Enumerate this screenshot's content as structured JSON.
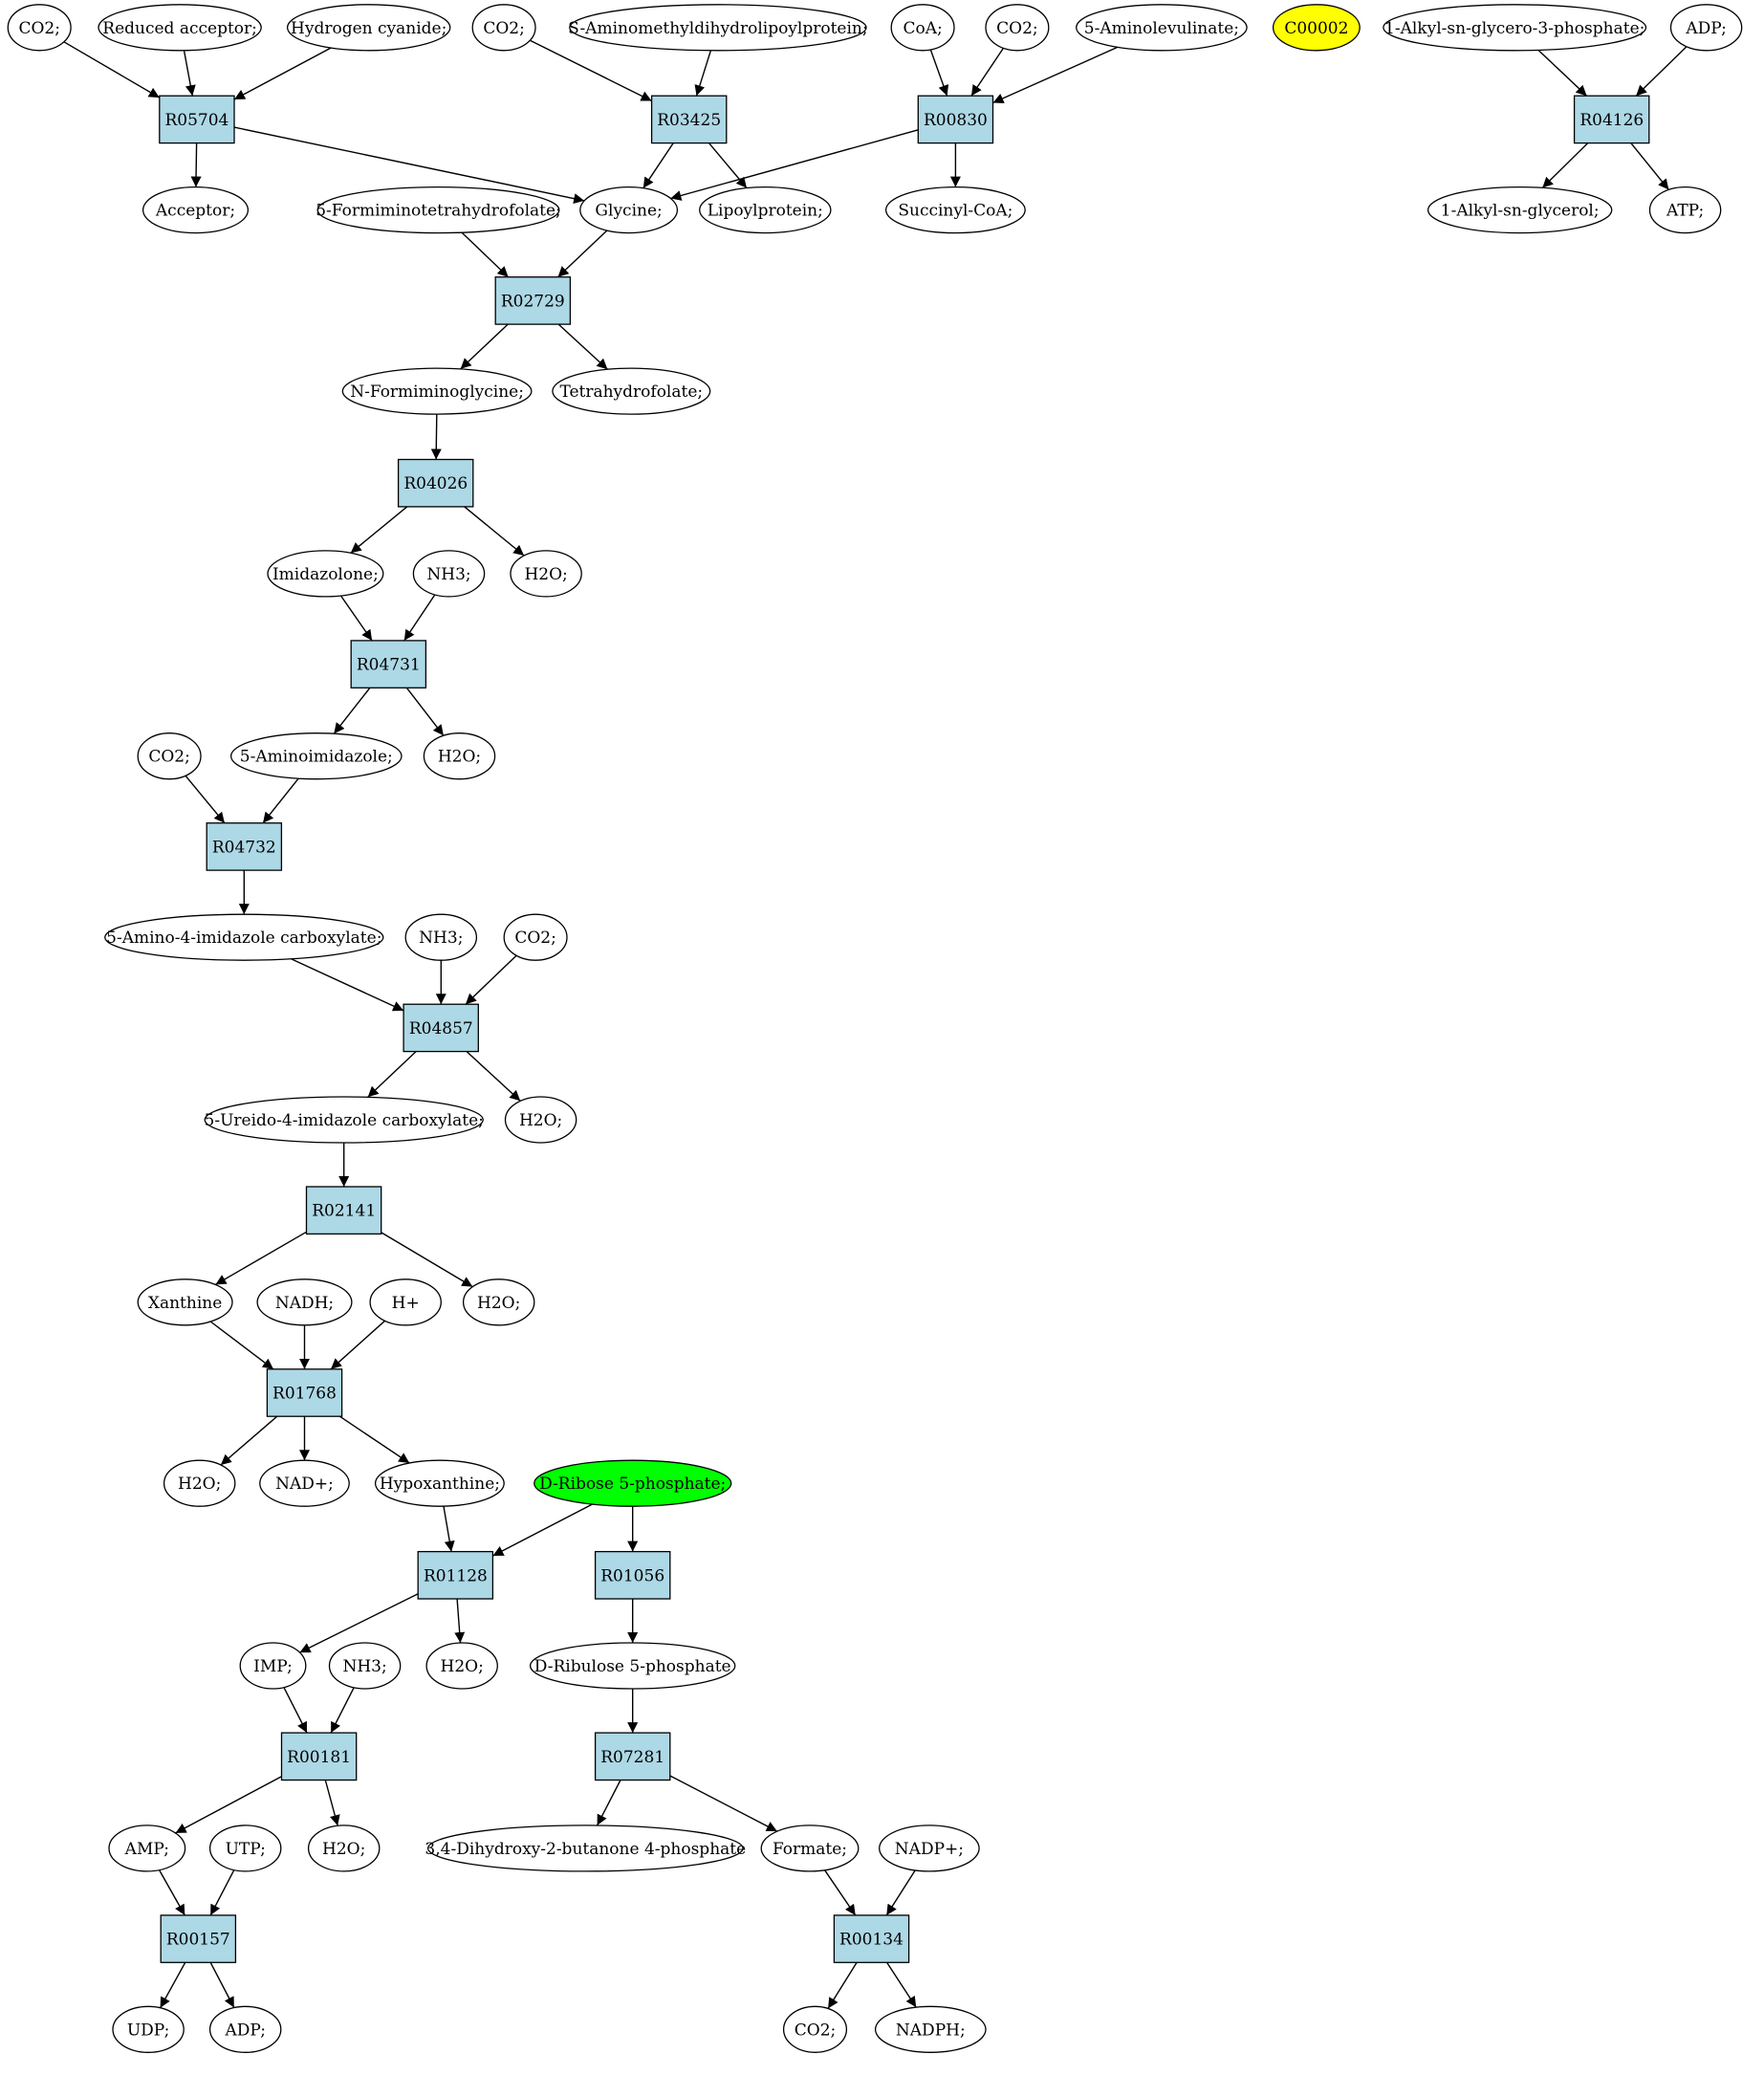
{
  "colors": {
    "reaction_fill": "#add8e6",
    "compound_fill": "#ffffff",
    "highlight_yellow": "#ffff00",
    "highlight_green": "#00ff00",
    "edge": "#000000"
  },
  "nodes": [
    {
      "id": "c_co2_a",
      "kind": "compound",
      "label": "CO2;"
    },
    {
      "id": "c_redacc",
      "kind": "compound",
      "label": "Reduced acceptor;"
    },
    {
      "id": "c_hcn",
      "kind": "compound",
      "label": "Hydrogen cyanide;"
    },
    {
      "id": "c_co2_b",
      "kind": "compound",
      "label": "CO2;"
    },
    {
      "id": "c_samdl",
      "kind": "compound",
      "label": "S-Aminomethyldihydrolipoylprotein;"
    },
    {
      "id": "c_coa",
      "kind": "compound",
      "label": "CoA;"
    },
    {
      "id": "c_co2_c",
      "kind": "compound",
      "label": "CO2;"
    },
    {
      "id": "c_5ala",
      "kind": "compound",
      "label": "5-Aminolevulinate;"
    },
    {
      "id": "c_c00002",
      "kind": "compound",
      "label": "C00002",
      "fill": "highlight_yellow"
    },
    {
      "id": "c_alkylg3p",
      "kind": "compound",
      "label": "1-Alkyl-sn-glycero-3-phosphate;"
    },
    {
      "id": "c_adp_a",
      "kind": "compound",
      "label": "ADP;"
    },
    {
      "id": "r_R05704",
      "kind": "reaction",
      "label": "R05704"
    },
    {
      "id": "r_R03425",
      "kind": "reaction",
      "label": "R03425"
    },
    {
      "id": "r_R00830",
      "kind": "reaction",
      "label": "R00830"
    },
    {
      "id": "r_R04126",
      "kind": "reaction",
      "label": "R04126"
    },
    {
      "id": "c_acceptor",
      "kind": "compound",
      "label": "Acceptor;"
    },
    {
      "id": "c_5fthf",
      "kind": "compound",
      "label": "5-Formiminotetrahydrofolate;"
    },
    {
      "id": "c_glycine",
      "kind": "compound",
      "label": "Glycine;"
    },
    {
      "id": "c_lipoyl",
      "kind": "compound",
      "label": "Lipoylprotein;"
    },
    {
      "id": "c_succoa",
      "kind": "compound",
      "label": "Succinyl-CoA;"
    },
    {
      "id": "c_alkylg",
      "kind": "compound",
      "label": "1-Alkyl-sn-glycerol;"
    },
    {
      "id": "c_atp",
      "kind": "compound",
      "label": "ATP;"
    },
    {
      "id": "r_R02729",
      "kind": "reaction",
      "label": "R02729"
    },
    {
      "id": "c_nfgly",
      "kind": "compound",
      "label": "N-Formiminoglycine;"
    },
    {
      "id": "c_thf",
      "kind": "compound",
      "label": "Tetrahydrofolate;"
    },
    {
      "id": "r_R04026",
      "kind": "reaction",
      "label": "R04026"
    },
    {
      "id": "c_imidazolone",
      "kind": "compound",
      "label": "Imidazolone;"
    },
    {
      "id": "c_nh3_a",
      "kind": "compound",
      "label": "NH3;"
    },
    {
      "id": "c_h2o_a",
      "kind": "compound",
      "label": "H2O;"
    },
    {
      "id": "r_R04731",
      "kind": "reaction",
      "label": "R04731"
    },
    {
      "id": "c_co2_d",
      "kind": "compound",
      "label": "CO2;"
    },
    {
      "id": "c_5aimid",
      "kind": "compound",
      "label": "5-Aminoimidazole;"
    },
    {
      "id": "c_h2o_b",
      "kind": "compound",
      "label": "H2O;"
    },
    {
      "id": "r_R04732",
      "kind": "reaction",
      "label": "R04732"
    },
    {
      "id": "c_5a4ic",
      "kind": "compound",
      "label": "5-Amino-4-imidazole carboxylate;"
    },
    {
      "id": "c_nh3_b",
      "kind": "compound",
      "label": "NH3;"
    },
    {
      "id": "c_co2_e",
      "kind": "compound",
      "label": "CO2;"
    },
    {
      "id": "r_R04857",
      "kind": "reaction",
      "label": "R04857"
    },
    {
      "id": "c_5u4ic",
      "kind": "compound",
      "label": "5-Ureido-4-imidazole carboxylate;"
    },
    {
      "id": "c_h2o_c",
      "kind": "compound",
      "label": "H2O;"
    },
    {
      "id": "r_R02141",
      "kind": "reaction",
      "label": "R02141"
    },
    {
      "id": "c_xanthine",
      "kind": "compound",
      "label": "Xanthine"
    },
    {
      "id": "c_nadh",
      "kind": "compound",
      "label": "NADH;"
    },
    {
      "id": "c_hplus",
      "kind": "compound",
      "label": "H+"
    },
    {
      "id": "c_h2o_d",
      "kind": "compound",
      "label": "H2O;"
    },
    {
      "id": "r_R01768",
      "kind": "reaction",
      "label": "R01768"
    },
    {
      "id": "c_h2o_e",
      "kind": "compound",
      "label": "H2O;"
    },
    {
      "id": "c_nadplus",
      "kind": "compound",
      "label": "NAD+;"
    },
    {
      "id": "c_hypox",
      "kind": "compound",
      "label": "Hypoxanthine;"
    },
    {
      "id": "c_dr5p",
      "kind": "compound",
      "label": "D-Ribose 5-phosphate;",
      "fill": "highlight_green"
    },
    {
      "id": "r_R01128",
      "kind": "reaction",
      "label": "R01128"
    },
    {
      "id": "r_R01056",
      "kind": "reaction",
      "label": "R01056"
    },
    {
      "id": "c_imp",
      "kind": "compound",
      "label": "IMP;"
    },
    {
      "id": "c_nh3_c",
      "kind": "compound",
      "label": "NH3;"
    },
    {
      "id": "c_h2o_f",
      "kind": "compound",
      "label": "H2O;"
    },
    {
      "id": "c_dru5p",
      "kind": "compound",
      "label": "D-Ribulose 5-phosphate"
    },
    {
      "id": "r_R00181",
      "kind": "reaction",
      "label": "R00181"
    },
    {
      "id": "r_R07281",
      "kind": "reaction",
      "label": "R07281"
    },
    {
      "id": "c_amp",
      "kind": "compound",
      "label": "AMP;"
    },
    {
      "id": "c_utp",
      "kind": "compound",
      "label": "UTP;"
    },
    {
      "id": "c_h2o_g",
      "kind": "compound",
      "label": "H2O;"
    },
    {
      "id": "c_dhbp",
      "kind": "compound",
      "label": "3,4-Dihydroxy-2-butanone 4-phosphate"
    },
    {
      "id": "c_formate",
      "kind": "compound",
      "label": "Formate;"
    },
    {
      "id": "c_nadpplus",
      "kind": "compound",
      "label": "NADP+;"
    },
    {
      "id": "r_R00157",
      "kind": "reaction",
      "label": "R00157"
    },
    {
      "id": "r_R00134",
      "kind": "reaction",
      "label": "R00134"
    },
    {
      "id": "c_udp",
      "kind": "compound",
      "label": "UDP;"
    },
    {
      "id": "c_adp_b",
      "kind": "compound",
      "label": "ADP;"
    },
    {
      "id": "c_co2_f",
      "kind": "compound",
      "label": "CO2;"
    },
    {
      "id": "c_nadph",
      "kind": "compound",
      "label": "NADPH;"
    }
  ],
  "edges": [
    [
      "c_co2_a",
      "r_R05704"
    ],
    [
      "c_redacc",
      "r_R05704"
    ],
    [
      "c_hcn",
      "r_R05704"
    ],
    [
      "r_R05704",
      "c_acceptor"
    ],
    [
      "r_R05704",
      "c_glycine"
    ],
    [
      "c_co2_b",
      "r_R03425"
    ],
    [
      "c_samdl",
      "r_R03425"
    ],
    [
      "r_R03425",
      "c_glycine"
    ],
    [
      "r_R03425",
      "c_lipoyl"
    ],
    [
      "c_coa",
      "r_R00830"
    ],
    [
      "c_co2_c",
      "r_R00830"
    ],
    [
      "c_5ala",
      "r_R00830"
    ],
    [
      "r_R00830",
      "c_glycine"
    ],
    [
      "r_R00830",
      "c_succoa"
    ],
    [
      "c_alkylg3p",
      "r_R04126"
    ],
    [
      "c_adp_a",
      "r_R04126"
    ],
    [
      "r_R04126",
      "c_alkylg"
    ],
    [
      "r_R04126",
      "c_atp"
    ],
    [
      "c_5fthf",
      "r_R02729"
    ],
    [
      "c_glycine",
      "r_R02729"
    ],
    [
      "r_R02729",
      "c_nfgly"
    ],
    [
      "r_R02729",
      "c_thf"
    ],
    [
      "c_nfgly",
      "r_R04026"
    ],
    [
      "r_R04026",
      "c_imidazolone"
    ],
    [
      "r_R04026",
      "c_h2o_a"
    ],
    [
      "c_imidazolone",
      "r_R04731"
    ],
    [
      "c_nh3_a",
      "r_R04731"
    ],
    [
      "r_R04731",
      "c_5aimid"
    ],
    [
      "r_R04731",
      "c_h2o_b"
    ],
    [
      "c_co2_d",
      "r_R04732"
    ],
    [
      "c_5aimid",
      "r_R04732"
    ],
    [
      "r_R04732",
      "c_5a4ic"
    ],
    [
      "c_5a4ic",
      "r_R04857"
    ],
    [
      "c_nh3_b",
      "r_R04857"
    ],
    [
      "c_co2_e",
      "r_R04857"
    ],
    [
      "r_R04857",
      "c_5u4ic"
    ],
    [
      "r_R04857",
      "c_h2o_c"
    ],
    [
      "c_5u4ic",
      "r_R02141"
    ],
    [
      "r_R02141",
      "c_xanthine"
    ],
    [
      "r_R02141",
      "c_h2o_d"
    ],
    [
      "c_xanthine",
      "r_R01768"
    ],
    [
      "c_nadh",
      "r_R01768"
    ],
    [
      "c_hplus",
      "r_R01768"
    ],
    [
      "r_R01768",
      "c_h2o_e"
    ],
    [
      "r_R01768",
      "c_nadplus"
    ],
    [
      "r_R01768",
      "c_hypox"
    ],
    [
      "c_hypox",
      "r_R01128"
    ],
    [
      "c_dr5p",
      "r_R01128"
    ],
    [
      "c_dr5p",
      "r_R01056"
    ],
    [
      "r_R01128",
      "c_imp"
    ],
    [
      "r_R01128",
      "c_h2o_f"
    ],
    [
      "r_R01056",
      "c_dru5p"
    ],
    [
      "c_imp",
      "r_R00181"
    ],
    [
      "c_nh3_c",
      "r_R00181"
    ],
    [
      "r_R00181",
      "c_amp"
    ],
    [
      "r_R00181",
      "c_h2o_g"
    ],
    [
      "c_dru5p",
      "r_R07281"
    ],
    [
      "r_R07281",
      "c_dhbp"
    ],
    [
      "r_R07281",
      "c_formate"
    ],
    [
      "c_amp",
      "r_R00157"
    ],
    [
      "c_utp",
      "r_R00157"
    ],
    [
      "r_R00157",
      "c_udp"
    ],
    [
      "r_R00157",
      "c_adp_b"
    ],
    [
      "c_formate",
      "r_R00134"
    ],
    [
      "c_nadpplus",
      "r_R00134"
    ],
    [
      "r_R00134",
      "c_co2_f"
    ],
    [
      "r_R00134",
      "c_nadph"
    ]
  ]
}
